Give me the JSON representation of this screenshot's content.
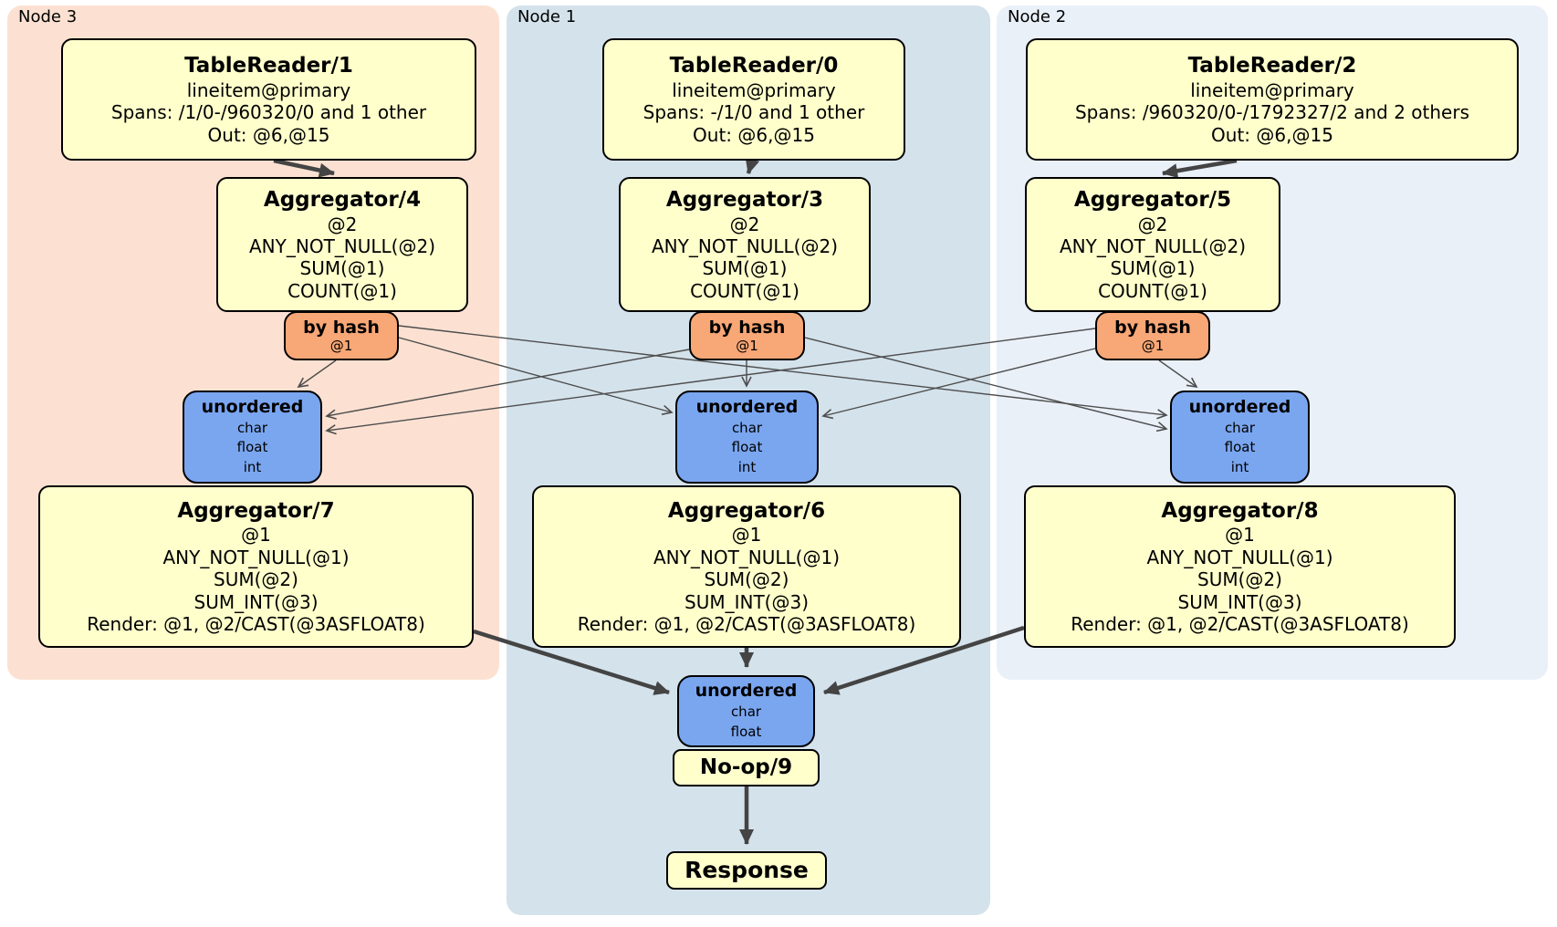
{
  "colors": {
    "page_bg": "#ffffff",
    "node3_bg": "#fce1d2",
    "node1_bg": "#d4e2eb",
    "node2_bg": "#eaf0f8",
    "processor_fill": "#ffffcc",
    "router_fill": "#f8a776",
    "stream_fill": "#7aa6f0",
    "edge_color": "#444444"
  },
  "panels": [
    {
      "label": "Node 3",
      "table_reader": {
        "title": "TableReader/1",
        "index": "lineitem@primary",
        "spans": "Spans: /1/0-/960320/0 and 1 other",
        "out": "Out: @6,@15"
      },
      "pre_aggregator": {
        "title": "Aggregator/4",
        "group": "@2",
        "fns": [
          "ANY_NOT_NULL(@2)",
          "SUM(@1)",
          "COUNT(@1)"
        ]
      },
      "hash_router": {
        "title": "by hash",
        "column": "@1"
      },
      "stream": {
        "title": "unordered",
        "types": [
          "char",
          "float",
          "int"
        ]
      },
      "final_aggregator": {
        "title": "Aggregator/7",
        "group": "@1",
        "fns": [
          "ANY_NOT_NULL(@1)",
          "SUM(@2)",
          "SUM_INT(@3)"
        ],
        "render": "Render: @1, @2/CAST(@3ASFLOAT8)"
      }
    },
    {
      "label": "Node 1",
      "table_reader": {
        "title": "TableReader/0",
        "index": "lineitem@primary",
        "spans": "Spans: -/1/0 and 1 other",
        "out": "Out: @6,@15"
      },
      "pre_aggregator": {
        "title": "Aggregator/3",
        "group": "@2",
        "fns": [
          "ANY_NOT_NULL(@2)",
          "SUM(@1)",
          "COUNT(@1)"
        ]
      },
      "hash_router": {
        "title": "by hash",
        "column": "@1"
      },
      "stream": {
        "title": "unordered",
        "types": [
          "char",
          "float",
          "int"
        ]
      },
      "final_aggregator": {
        "title": "Aggregator/6",
        "group": "@1",
        "fns": [
          "ANY_NOT_NULL(@1)",
          "SUM(@2)",
          "SUM_INT(@3)"
        ],
        "render": "Render: @1, @2/CAST(@3ASFLOAT8)"
      }
    },
    {
      "label": "Node 2",
      "table_reader": {
        "title": "TableReader/2",
        "index": "lineitem@primary",
        "spans": "Spans: /960320/0-/1792327/2 and 2 others",
        "out": "Out: @6,@15"
      },
      "pre_aggregator": {
        "title": "Aggregator/5",
        "group": "@2",
        "fns": [
          "ANY_NOT_NULL(@2)",
          "SUM(@1)",
          "COUNT(@1)"
        ]
      },
      "hash_router": {
        "title": "by hash",
        "column": "@1"
      },
      "stream": {
        "title": "unordered",
        "types": [
          "char",
          "float",
          "int"
        ]
      },
      "final_aggregator": {
        "title": "Aggregator/8",
        "group": "@1",
        "fns": [
          "ANY_NOT_NULL(@1)",
          "SUM(@2)",
          "SUM_INT(@3)"
        ],
        "render": "Render: @1, @2/CAST(@3ASFLOAT8)"
      }
    }
  ],
  "final": {
    "stream": {
      "title": "unordered",
      "types": [
        "char",
        "float"
      ]
    },
    "noop": {
      "title": "No-op/9"
    },
    "response": {
      "title": "Response"
    }
  },
  "edges": [
    {
      "from": "TableReader/1",
      "to": "Aggregator/4"
    },
    {
      "from": "TableReader/0",
      "to": "Aggregator/3"
    },
    {
      "from": "TableReader/2",
      "to": "Aggregator/5"
    },
    {
      "from": "by hash (Node 3)",
      "to": "unordered (Node 3)"
    },
    {
      "from": "by hash (Node 3)",
      "to": "unordered (Node 1)"
    },
    {
      "from": "by hash (Node 3)",
      "to": "unordered (Node 2)"
    },
    {
      "from": "by hash (Node 1)",
      "to": "unordered (Node 3)"
    },
    {
      "from": "by hash (Node 1)",
      "to": "unordered (Node 1)"
    },
    {
      "from": "by hash (Node 1)",
      "to": "unordered (Node 2)"
    },
    {
      "from": "by hash (Node 2)",
      "to": "unordered (Node 3)"
    },
    {
      "from": "by hash (Node 2)",
      "to": "unordered (Node 1)"
    },
    {
      "from": "by hash (Node 2)",
      "to": "unordered (Node 2)"
    },
    {
      "from": "Aggregator/7",
      "to": "unordered (final)"
    },
    {
      "from": "Aggregator/6",
      "to": "unordered (final)"
    },
    {
      "from": "Aggregator/8",
      "to": "unordered (final)"
    },
    {
      "from": "No-op/9",
      "to": "Response"
    }
  ]
}
